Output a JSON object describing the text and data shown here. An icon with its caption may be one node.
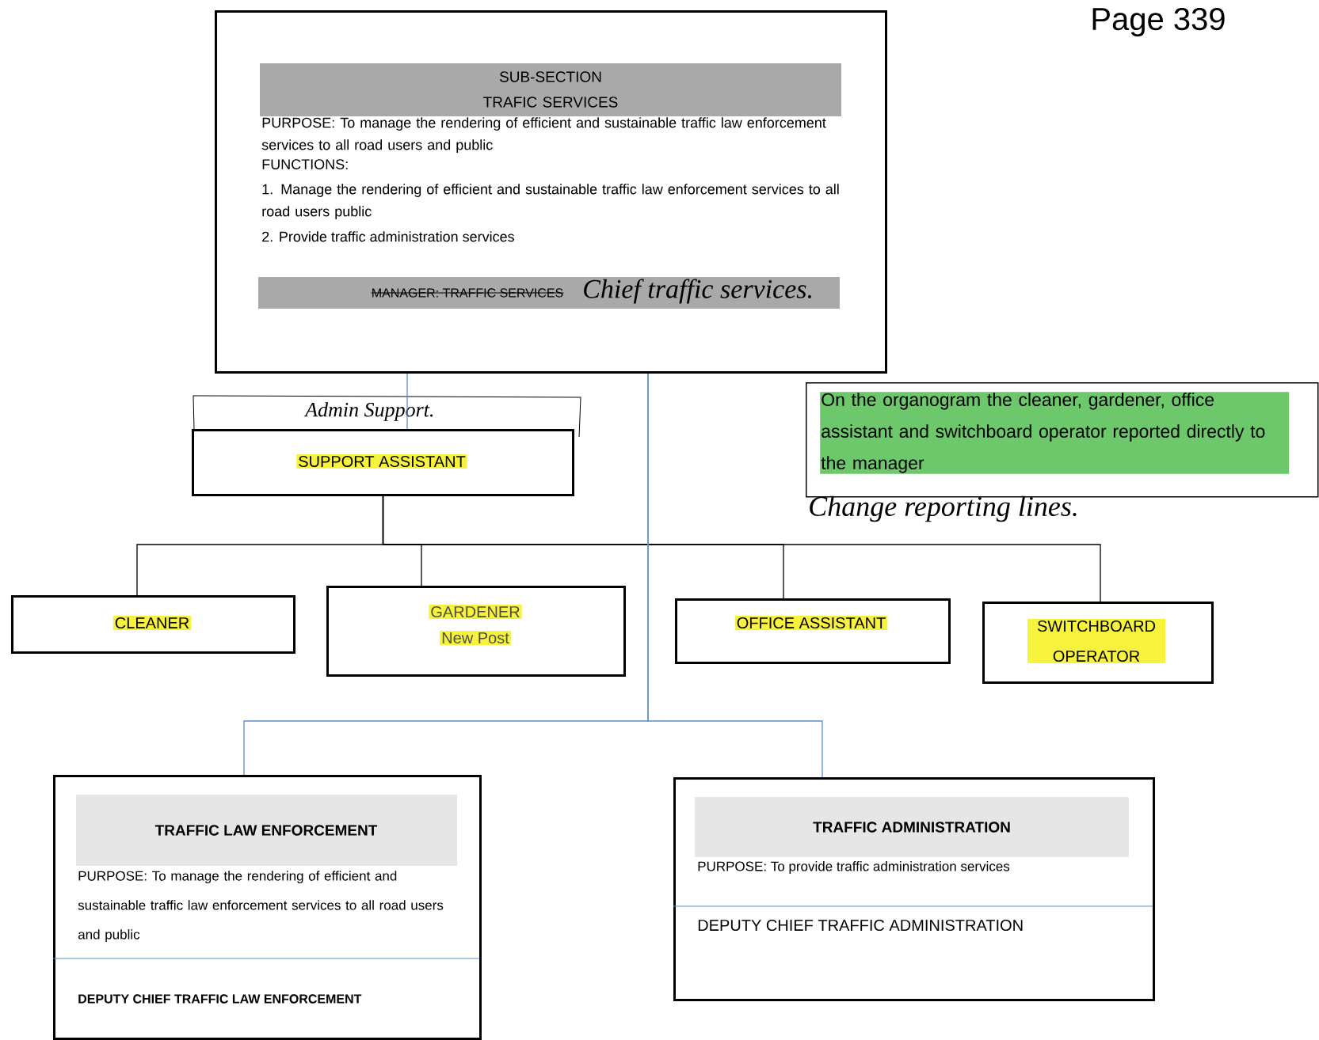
{
  "diagram": {
    "nodes": [
      {
        "text": [
          "SUB-SECTION TRAFIC SERVICES",
          "PURPOSE: To manage the rendering of efficient and sustainable traffic law enforcement services to all road users and public",
          "FUNCTIONS:",
          "1. Manage the rendering of efficient and sustainable traffic law enforcement services to all road users public",
          "2. Provide traffic administration services",
          "MANAGER: TRAFFIC SERVICES",
          "Chief traffic services."
        ]
      },
      {
        "text": [
          "SUPPORT ASSISTANT"
        ],
        "beside": [
          "Admin Support."
        ]
      },
      {
        "text": [
          "On the organogram the cleaner, gardener, office assistant and switchboard operator reported directly to the manager"
        ],
        "beside": [
          "Change reporting lines."
        ]
      },
      {
        "text": [
          "CLEANER"
        ]
      },
      {
        "text": [
          "GARDENER",
          "New Post"
        ]
      },
      {
        "text": [
          "OFFICE ASSISTANT"
        ]
      },
      {
        "text": [
          "SWITCHBOARD OPERATOR"
        ]
      },
      {
        "text": [
          "TRAFFIC LAW ENFORCEMENT",
          "PURPOSE:  To manage the rendering of efficient and sustainable traffic law enforcement services to all road users and public",
          "DEPUTY CHIEF TRAFFIC LAW ENFORCEMENT"
        ]
      },
      {
        "text": [
          "TRAFFIC ADMINISTRATION",
          "PURPOSE: To provide traffic administration services",
          "DEPUTY CHIEF TRAFFIC ADMINISTRATION"
        ]
      }
    ],
    "edges": [
      {
        "from": 0,
        "to": 1,
        "arrow": "none",
        "color": "#5b8fc7"
      },
      {
        "from": 1,
        "to": 3,
        "arrow": "none"
      },
      {
        "from": 1,
        "to": 4,
        "arrow": "none"
      },
      {
        "from": 1,
        "to": 5,
        "arrow": "none"
      },
      {
        "from": 1,
        "to": 6,
        "arrow": "none"
      },
      {
        "from": 0,
        "to": 7,
        "arrow": "none",
        "color": "#5b8fc7"
      },
      {
        "from": 0,
        "to": 8,
        "arrow": "none",
        "color": "#5b8fc7"
      }
    ],
    "labels": [
      "Page 339"
    ]
  }
}
